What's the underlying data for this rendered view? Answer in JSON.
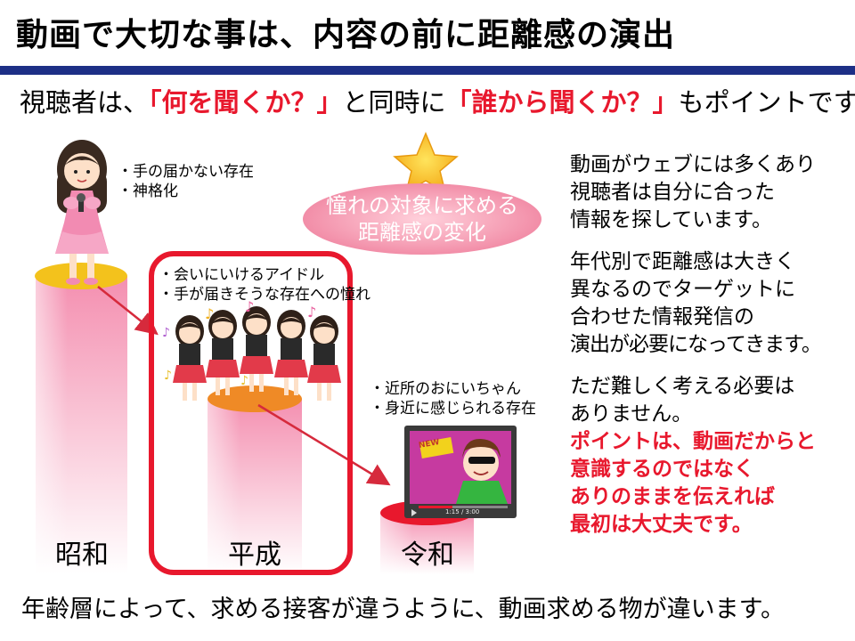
{
  "header": {
    "title": "動画で大切な事は、内容の前に距離感の演出"
  },
  "subtitle": {
    "prefix": "視聴者は、",
    "highlight1": "「何を聞くか？」",
    "middle": "と同時に",
    "highlight2": "「誰から聞くか？」",
    "suffix": "もポイントです"
  },
  "bubble": {
    "line1": "憧れの対象に求める",
    "line2": "距離感の変化"
  },
  "eras": [
    {
      "label": "昭和",
      "notes": [
        "・手の届かない存在",
        "・神格化"
      ]
    },
    {
      "label": "平成",
      "notes": [
        "・会いにいけるアイドル",
        "・手が届きそうな存在への憧れ"
      ]
    },
    {
      "label": "令和",
      "notes": [
        "・近所のおにいちゃん",
        "・身近に感じられる存在"
      ]
    }
  ],
  "video": {
    "sign": "NEW",
    "time": "1:15 / 3:00"
  },
  "right_text": {
    "p1": [
      "動画がウェブには多くあり",
      "視聴者は自分に合った",
      "情報を探しています。"
    ],
    "p2": [
      "年代別で距離感は大きく",
      "異なるのでターゲットに",
      "合わせた情報発信の",
      "演出が必要になってきます。"
    ],
    "p3_plain": [
      "ただ難しく考える必要は",
      "ありません。"
    ],
    "p3_emphasis": [
      "ポイントは、動画だからと",
      "意識するのではなく",
      "ありのままを伝えれば",
      "最初は大丈夫です。"
    ]
  },
  "footer": {
    "text": "年齢層によって、求める接客が違うように、動画求める物が違います。"
  },
  "colors": {
    "title_bar": "#1d2f86",
    "accent_red": "#e8182d",
    "pillar_pink": "#f7a6bf",
    "showa_top": "#f3c21c",
    "heisei_top": "#ef8a26",
    "reiwa_top": "#e8182d"
  }
}
